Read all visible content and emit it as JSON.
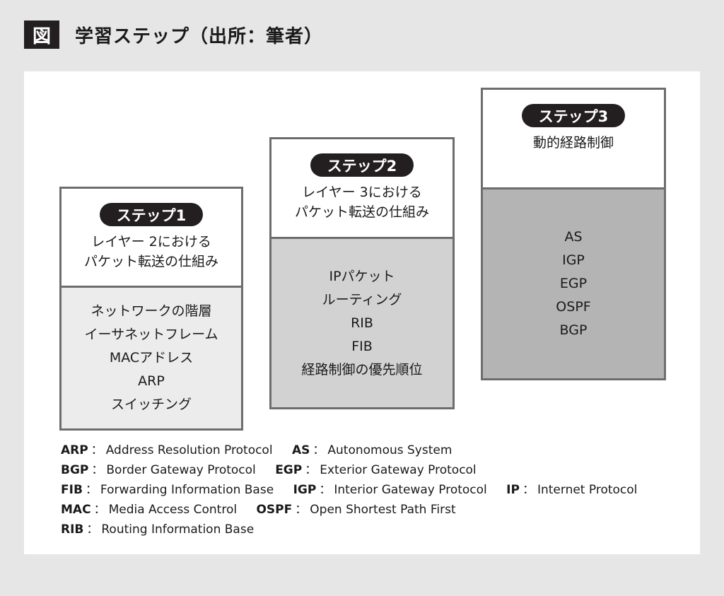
{
  "figure": {
    "label": "図",
    "title": "学習ステップ（出所：筆者）"
  },
  "steps": [
    {
      "pill": "ステップ1",
      "desc": [
        "レイヤー 2における",
        "パケット転送の仕組み"
      ],
      "items": [
        "ネットワークの階層",
        "イーサネットフレーム",
        "MACアドレス",
        "ARP",
        "スイッチング"
      ]
    },
    {
      "pill": "ステップ2",
      "desc": [
        "レイヤー 3における",
        "パケット転送の仕組み"
      ],
      "items": [
        "IPパケット",
        "ルーティング",
        "RIB",
        "FIB",
        "経路制御の優先順位"
      ]
    },
    {
      "pill": "ステップ3",
      "desc": [
        "動的経路制御"
      ],
      "items": [
        "AS",
        "IGP",
        "EGP",
        "OSPF",
        "BGP"
      ]
    }
  ],
  "legend": {
    "separator": "：",
    "rows": [
      [
        {
          "abbr": "ARP",
          "text": "Address Resolution Protocol"
        },
        {
          "abbr": "AS",
          "text": "Autonomous System"
        }
      ],
      [
        {
          "abbr": "BGP",
          "text": "Border Gateway Protocol"
        },
        {
          "abbr": "EGP",
          "text": "Exterior Gateway Protocol"
        }
      ],
      [
        {
          "abbr": "FIB",
          "text": "Forwarding Information Base"
        },
        {
          "abbr": "IGP",
          "text": "Interior Gateway Protocol"
        },
        {
          "abbr": "IP",
          "text": "Internet Protocol"
        }
      ],
      [
        {
          "abbr": "MAC",
          "text": "Media Access Control"
        },
        {
          "abbr": "OSPF",
          "text": "Open Shortest Path First"
        }
      ],
      [
        {
          "abbr": "RIB",
          "text": "Routing Information Base"
        }
      ]
    ]
  }
}
